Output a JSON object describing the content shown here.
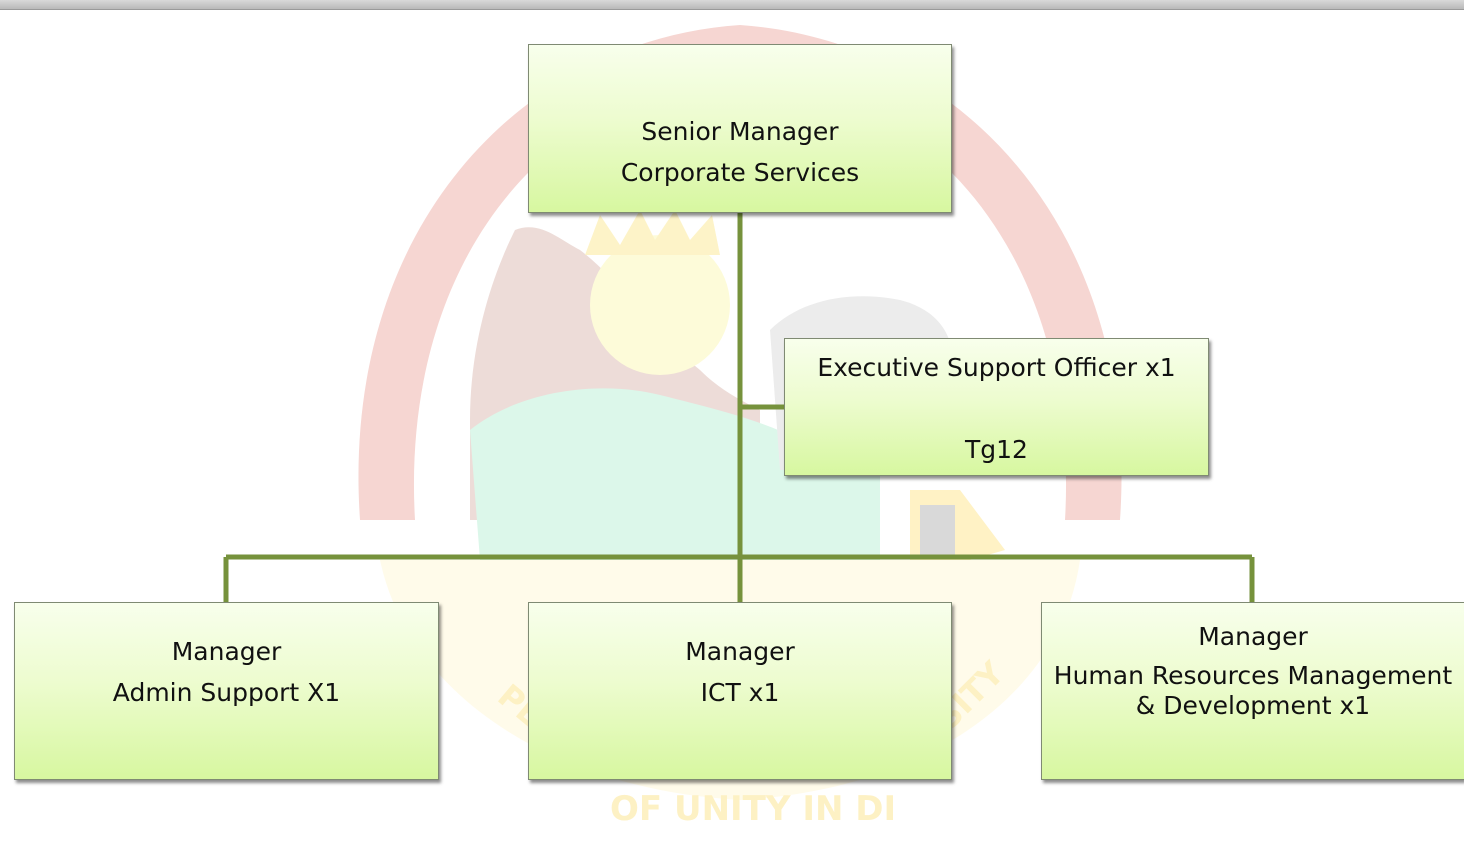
{
  "colors": {
    "connector": "#76923c",
    "box_fill_top": "#f8ffec",
    "box_fill_bottom": "#d7f7a0",
    "box_border": "#7f8a73"
  },
  "watermark": {
    "motto_left": "PE",
    "motto_right": "SITY",
    "motto_bottom": "OF UNITY IN DI"
  },
  "org_chart": {
    "senior_manager": {
      "line1": "Senior Manager",
      "line2": "Corporate Services"
    },
    "executive_support": {
      "line1": "Executive Support Officer x1",
      "line2": "Tg12"
    },
    "managers": [
      {
        "line1": "Manager",
        "line2": "Admin Support X1"
      },
      {
        "line1": "Manager",
        "line2": "ICT x1"
      },
      {
        "line1": "Manager",
        "line2": "Human Resources Management",
        "line3": "& Development x1"
      }
    ]
  }
}
